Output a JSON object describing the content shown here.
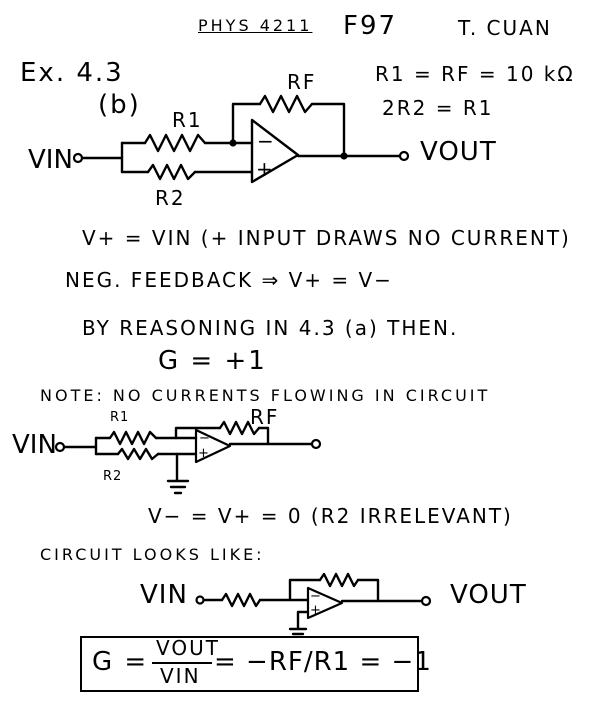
{
  "header": {
    "course": "PHYS 4211",
    "term": "F97",
    "author": "T. CUAN"
  },
  "example": {
    "label": "Ex. 4.3",
    "part": "(b)"
  },
  "given": {
    "line1": "R1 = RF = 10 kΩ",
    "line2": "2R2 = R1"
  },
  "circuit1": {
    "vin": "VIN",
    "vout": "VOUT",
    "r1": "R1",
    "r2": "R2",
    "rf": "RF",
    "minus": "−",
    "plus": "+"
  },
  "notes": {
    "line1": "V+ = VIN   (+ INPUT DRAWS NO CURRENT)",
    "line2": "NEG. FEEDBACK ⇒ V+ = V−",
    "line3": "BY REASONING IN 4.3 (a) THEN.",
    "line4": "G = +1",
    "line5": "NOTE: NO CURRENTS FLOWING IN CIRCUIT"
  },
  "circuit2": {
    "vin": "VIN",
    "r1": "R1",
    "r2": "R2",
    "rf": "RF",
    "minus": "−",
    "plus": "+"
  },
  "notes2": {
    "line1": "V− = V+ = 0   (R2 IRRELEVANT)",
    "line2": "CIRCUIT LOOKS LIKE:"
  },
  "circuit3": {
    "vin": "VIN",
    "vout": "VOUT",
    "minus": "−",
    "plus": "+"
  },
  "result": {
    "g": "G =",
    "num": "VOUT",
    "den": "VIN",
    "rest": "= −RF/R1 = −1"
  }
}
